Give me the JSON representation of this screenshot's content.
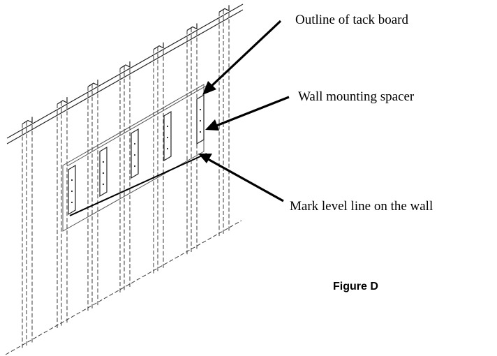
{
  "figure": {
    "labels": {
      "outline": "Outline of tack board",
      "spacer": "Wall mounting spacer",
      "level_line": "Mark level line on the wall"
    },
    "caption": "Figure D"
  }
}
